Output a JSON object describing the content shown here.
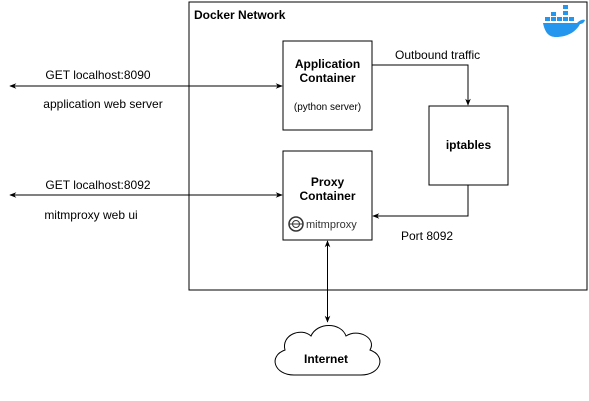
{
  "network": {
    "title": "Docker Network",
    "logo_icon": "docker-whale-icon",
    "logo_color": "#2496ED"
  },
  "app_container": {
    "title_line1": "Application",
    "title_line2": "Container",
    "subtitle": "(python server)"
  },
  "proxy_container": {
    "title_line1": "Proxy",
    "title_line2": "Container",
    "logo_icon": "mitmproxy-logo",
    "logo_text": "mitmproxy"
  },
  "iptables": {
    "label": "iptables"
  },
  "internet": {
    "label": "Internet"
  },
  "edges": {
    "app_request": "GET localhost:8090",
    "app_caption": "application web server",
    "proxy_request": "GET localhost:8092",
    "proxy_caption": "mitmproxy web ui",
    "outbound": "Outbound traffic",
    "port": "Port 8092"
  }
}
